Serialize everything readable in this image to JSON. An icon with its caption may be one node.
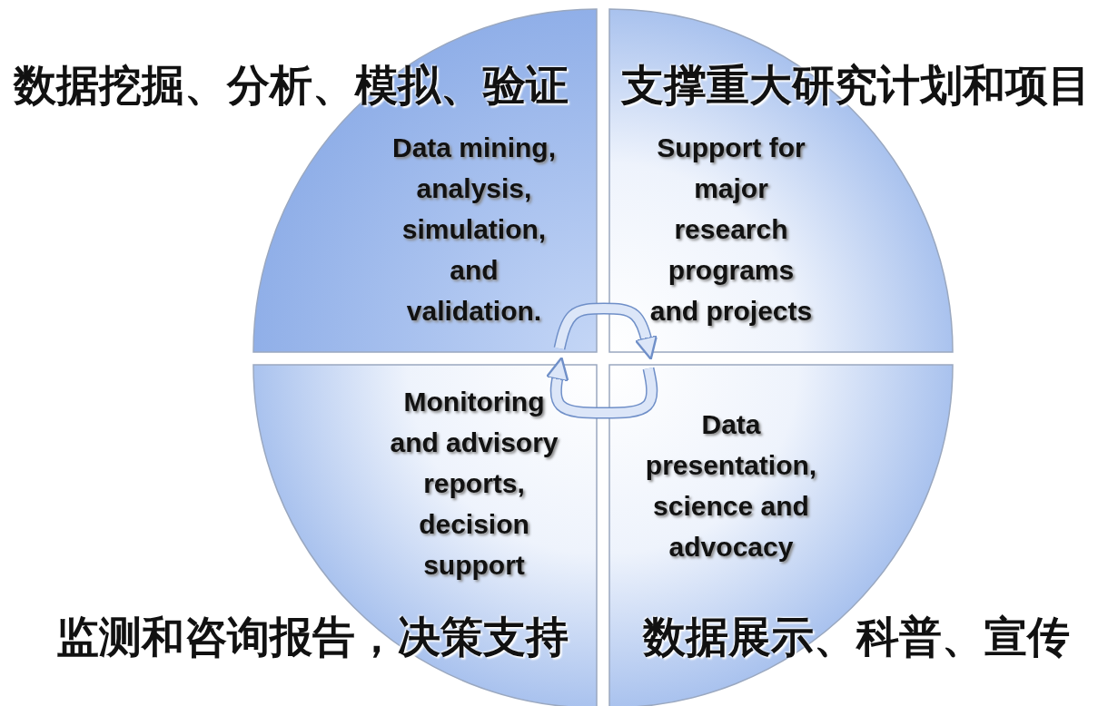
{
  "diagram": {
    "nodes": [
      {
        "text": [
          "数据挖掘、分析、模拟、验证",
          "Data mining, analysis, simulation, and validation."
        ]
      },
      {
        "text": [
          "支撑重大研究计划和项目",
          "Support for major research programs and projects"
        ]
      },
      {
        "text": [
          "Monitoring and advisory reports, decision support",
          "监测和咨询报告，决策支持"
        ]
      },
      {
        "text": [
          "Data presentation, science and advocacy",
          "数据展示、科普、宣传"
        ]
      }
    ],
    "edges": [
      {
        "from": 0,
        "to": 1,
        "arrow": "to"
      },
      {
        "from": 3,
        "to": 2,
        "arrow": "to"
      }
    ]
  }
}
